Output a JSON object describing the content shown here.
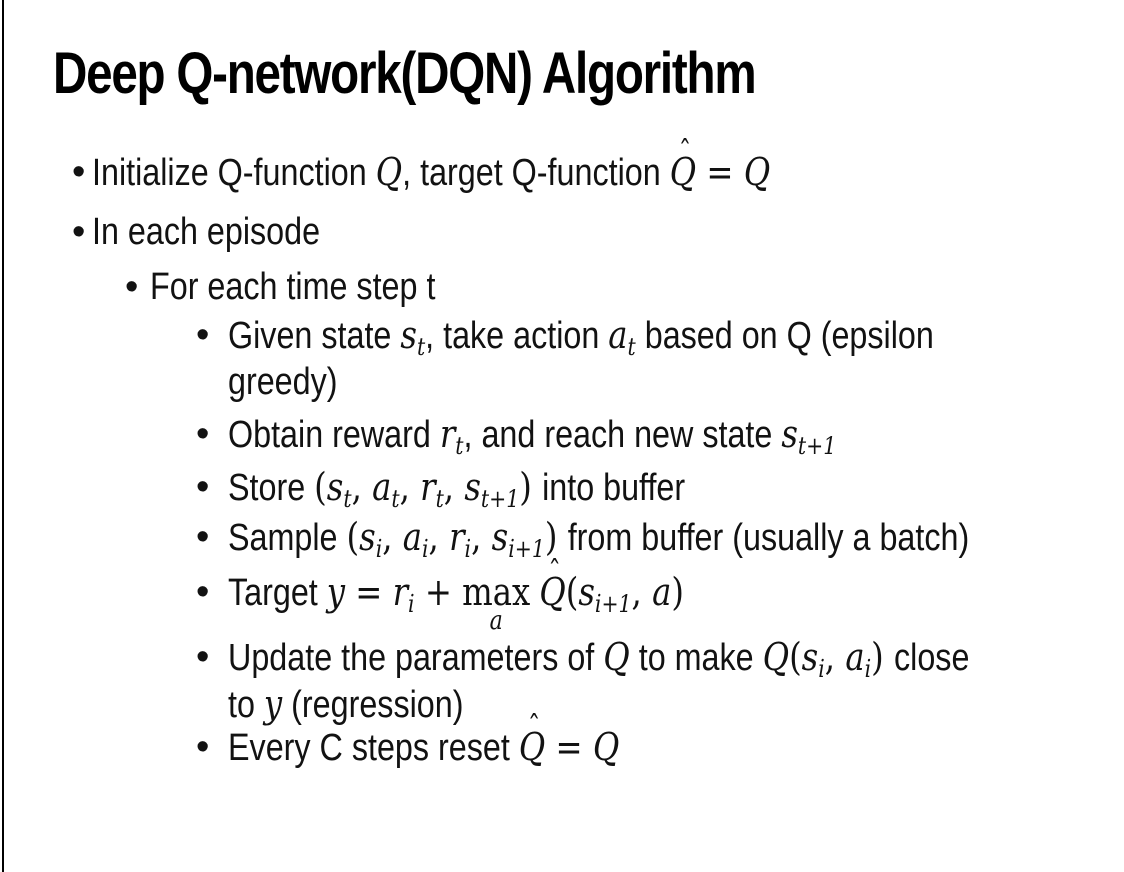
{
  "colors": {
    "background": "#ffffff",
    "text": "#121212",
    "title": "#000000",
    "edge_line": "#000000"
  },
  "slide": {
    "title": "Deep Q-network(DQN) Algorithm",
    "bullet_char": "•",
    "symbols": {
      "hat": "ˆ"
    },
    "bullets": [
      {
        "level": 1,
        "segments": [
          {
            "k": "t",
            "s": "Initialize Q-function "
          },
          {
            "k": "m",
            "s": "Q"
          },
          {
            "k": "t",
            "s": ", target Q-function "
          },
          {
            "k": "h",
            "s": "Q"
          },
          {
            "k": "mr",
            "s": " = "
          },
          {
            "k": "m",
            "s": "Q"
          }
        ]
      },
      {
        "level": 1,
        "segments": [
          {
            "k": "t",
            "s": "In each episode"
          }
        ]
      },
      {
        "level": 2,
        "segments": [
          {
            "k": "t",
            "s": "For each time step t"
          }
        ]
      },
      {
        "level": 3,
        "segments": [
          {
            "k": "t",
            "s": "Given state "
          },
          {
            "k": "m",
            "s": "s"
          },
          {
            "k": "sub",
            "s": "t"
          },
          {
            "k": "t",
            "s": ", take action "
          },
          {
            "k": "m",
            "s": "a"
          },
          {
            "k": "sub",
            "s": "t"
          },
          {
            "k": "t",
            "s": " based on Q (epsilon"
          },
          {
            "k": "br"
          },
          {
            "k": "t",
            "s": "greedy)"
          }
        ]
      },
      {
        "level": 3,
        "segments": [
          {
            "k": "t",
            "s": "Obtain reward "
          },
          {
            "k": "m",
            "s": "r"
          },
          {
            "k": "sub",
            "s": "t"
          },
          {
            "k": "t",
            "s": ", and reach new state "
          },
          {
            "k": "m",
            "s": "s"
          },
          {
            "k": "sub",
            "s": "t+1"
          }
        ]
      },
      {
        "level": 3,
        "segments": [
          {
            "k": "t",
            "s": "Store "
          },
          {
            "k": "mr",
            "s": "("
          },
          {
            "k": "m",
            "s": "s"
          },
          {
            "k": "sub",
            "s": "t"
          },
          {
            "k": "mr",
            "s": ", "
          },
          {
            "k": "m",
            "s": "a"
          },
          {
            "k": "sub",
            "s": "t"
          },
          {
            "k": "mr",
            "s": ", "
          },
          {
            "k": "m",
            "s": "r"
          },
          {
            "k": "sub",
            "s": "t"
          },
          {
            "k": "mr",
            "s": ", "
          },
          {
            "k": "m",
            "s": "s"
          },
          {
            "k": "sub",
            "s": "t+1"
          },
          {
            "k": "mr",
            "s": ") "
          },
          {
            "k": "t",
            "s": "into buffer"
          }
        ]
      },
      {
        "level": 3,
        "segments": [
          {
            "k": "t",
            "s": "Sample "
          },
          {
            "k": "mr",
            "s": "("
          },
          {
            "k": "m",
            "s": "s"
          },
          {
            "k": "sub",
            "s": "i"
          },
          {
            "k": "mr",
            "s": ", "
          },
          {
            "k": "m",
            "s": "a"
          },
          {
            "k": "sub",
            "s": "i"
          },
          {
            "k": "mr",
            "s": ", "
          },
          {
            "k": "m",
            "s": "r"
          },
          {
            "k": "sub",
            "s": "i"
          },
          {
            "k": "mr",
            "s": ", "
          },
          {
            "k": "m",
            "s": "s"
          },
          {
            "k": "sub",
            "s": "i+1"
          },
          {
            "k": "mr",
            "s": ") "
          },
          {
            "k": "t",
            "s": "from buffer (usually a batch)"
          }
        ]
      },
      {
        "level": 3,
        "segments": [
          {
            "k": "t",
            "s": "Target "
          },
          {
            "k": "m",
            "s": "y"
          },
          {
            "k": "mr",
            "s": " = "
          },
          {
            "k": "m",
            "s": "r"
          },
          {
            "k": "sub",
            "s": "i"
          },
          {
            "k": "mr",
            "s": " + "
          },
          {
            "k": "max",
            "base": "max",
            "under": "a"
          },
          {
            "k": "t",
            "s": " "
          },
          {
            "k": "h",
            "s": "Q"
          },
          {
            "k": "mr",
            "s": "("
          },
          {
            "k": "m",
            "s": "s"
          },
          {
            "k": "sub",
            "s": "i+1"
          },
          {
            "k": "mr",
            "s": ", "
          },
          {
            "k": "m",
            "s": "a"
          },
          {
            "k": "mr",
            "s": ")"
          }
        ]
      },
      {
        "level": 3,
        "segments": [
          {
            "k": "t",
            "s": "Update the parameters of "
          },
          {
            "k": "m",
            "s": "Q"
          },
          {
            "k": "t",
            "s": " to make "
          },
          {
            "k": "m",
            "s": "Q"
          },
          {
            "k": "mr",
            "s": "("
          },
          {
            "k": "m",
            "s": "s"
          },
          {
            "k": "sub",
            "s": "i"
          },
          {
            "k": "mr",
            "s": ", "
          },
          {
            "k": "m",
            "s": "a"
          },
          {
            "k": "sub",
            "s": "i"
          },
          {
            "k": "mr",
            "s": ") "
          },
          {
            "k": "t",
            "s": "close"
          },
          {
            "k": "br"
          },
          {
            "k": "t",
            "s": "to "
          },
          {
            "k": "m",
            "s": "y"
          },
          {
            "k": "t",
            "s": " (regression)"
          }
        ]
      },
      {
        "level": 3,
        "segments": [
          {
            "k": "t",
            "s": "Every C steps reset "
          },
          {
            "k": "h",
            "s": "Q"
          },
          {
            "k": "mr",
            "s": " = "
          },
          {
            "k": "m",
            "s": "Q"
          }
        ]
      }
    ]
  }
}
